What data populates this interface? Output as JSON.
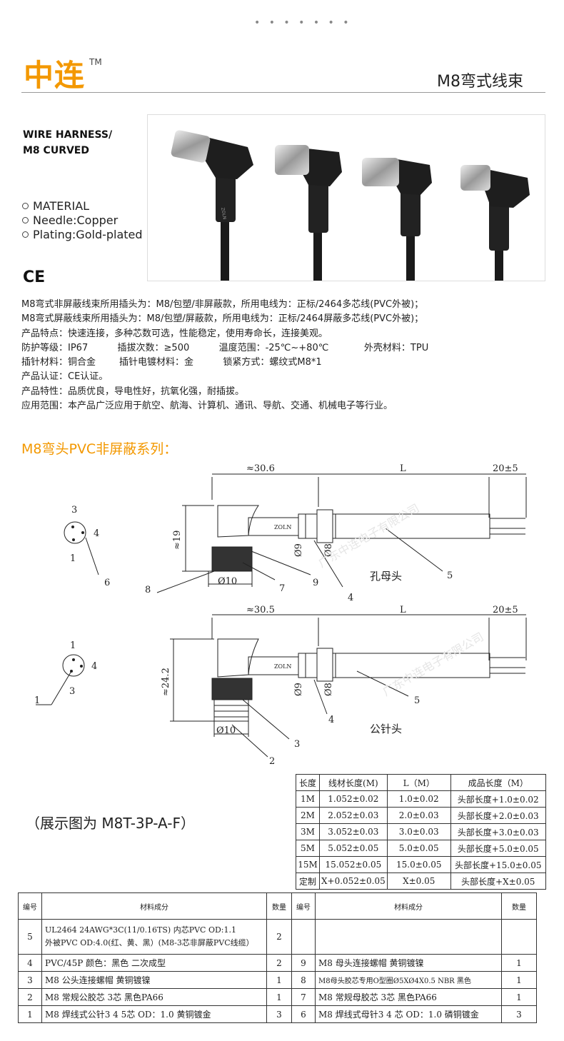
{
  "header": {
    "dots": "• • • • • • •",
    "logo": "中连",
    "tm": "TM",
    "page_title": "M8弯式线束"
  },
  "product": {
    "heading_line1": "WIRE HARNESS/",
    "heading_line2": "M8 CURVED",
    "material": [
      "MATERIAL",
      "Needle:Copper",
      "Plating:Gold-plated"
    ],
    "ce_mark": "CE",
    "connector_brand": "ZOLN"
  },
  "description": "M8弯式非屏蔽线束所用插头为：M8/包塑/非屏蔽款，所用电线为：正标/2464多芯线(PVC外被)；\nM8弯式屏蔽线束所用插头为：M8/包塑/屏蔽款，所用电线为：正标/2464屏蔽多芯线(PVC外被)；\n产品特点：快速连接，多种芯数可选，性能稳定，使用寿命长，连接美观。\n防护等级：IP67          插拔次数：≥500          温度范围：-25℃~+80℃            外壳材料：TPU\n插针材料：铜合金        插针电镀材料：金          锁紧方式：螺纹式M8*1\n产品认证：CE认证。\n产品特性：品质优良，导电性好，抗氧化强，耐插拔。\n应用范围：本产品广泛应用于航空、航海、计算机、通讯、导航、交通、机械电子等行业。",
  "section_title": "M8弯头PVC非屏蔽系列：",
  "diagram": {
    "top": {
      "dim_width": "≈30.6",
      "dim_L": "L",
      "dim_tail": "20±5",
      "dim_height": "≈19",
      "dim_d9": "Ø9",
      "dim_d8": "Ø8",
      "dim_d10": "Ø10",
      "pin_3": "3",
      "pin_4": "4",
      "pin_1": "1",
      "callout_6": "6",
      "callout_8": "8",
      "callout_7": "7",
      "callout_9": "9",
      "callout_4": "4",
      "callout_5": "5",
      "label": "孔母头"
    },
    "bottom": {
      "dim_width": "≈30.5",
      "dim_L": "L",
      "dim_tail": "20±5",
      "dim_height": "≈24.2",
      "dim_d9": "Ø9",
      "dim_d8": "Ø8",
      "dim_d10": "Ø10",
      "pin_1": "1",
      "pin_4": "4",
      "pin_3": "3",
      "callout_1": "1",
      "callout_5": "5",
      "callout_4": "4",
      "callout_3": "3",
      "callout_2": "2",
      "label": "公针头"
    },
    "watermark": "广东中连电子有限公司"
  },
  "show_label": "（展示图为 M8T-3P-A-F）",
  "length_table": {
    "headers": [
      "长度",
      "线材长度(M)",
      "L（M）",
      "成品长度（M）"
    ],
    "rows": [
      [
        "1M",
        "1.052±0.02",
        "1.0±0.02",
        "头部长度+1.0±0.02"
      ],
      [
        "2M",
        "2.052±0.03",
        "2.0±0.03",
        "头部长度+2.0±0.03"
      ],
      [
        "3M",
        "3.052±0.03",
        "3.0±0.03",
        "头部长度+3.0±0.03"
      ],
      [
        "5M",
        "5.052±0.05",
        "5.0±0.05",
        "头部长度+5.0±0.05"
      ],
      [
        "15M",
        "15.052±0.05",
        "15.0±0.05",
        "头部长度+15.0±0.05"
      ],
      [
        "定制",
        "X+0.052±0.05",
        "X±0.05",
        "头部长度+X±0.05"
      ]
    ]
  },
  "material_table": {
    "headers": [
      "编号",
      "材料成分",
      "数量",
      "编号",
      "材料成分",
      "数量"
    ],
    "rows": [
      [
        "5",
        "UL2464 24AWG*3C(11/0.16TS) 内芯PVC OD:1.1",
        "2",
        "",
        "",
        ""
      ],
      [
        "",
        "外被PVC  OD:4.0(红、黄、黑）(M8-3芯非屏蔽PVC线缆）",
        "",
        "",
        "",
        ""
      ],
      [
        "4",
        "PVC/45P 颜色：黑色 二次成型",
        "2",
        "9",
        "M8  母头连接螺帽 黄铜镀镍",
        "1"
      ],
      [
        "3",
        "M8   公头连接螺帽 黄铜镀镍",
        "1",
        "8",
        "M8母头胶芯专用O型圈Ø5XØ4X0.5 NBR 黑色",
        "1"
      ],
      [
        "2",
        "M8   常规公胶芯 3芯    黑色PA66",
        "1",
        "7",
        "M8 常规母胶芯 3芯   黑色PA66",
        "1"
      ],
      [
        "1",
        "M8   焊线式公针3 4 5芯 OD：1.0   黄铜镀金",
        "3",
        "6",
        "M8 焊线式母针3 4 芯 OD：1.0   磷铜镀金",
        "3"
      ]
    ]
  }
}
